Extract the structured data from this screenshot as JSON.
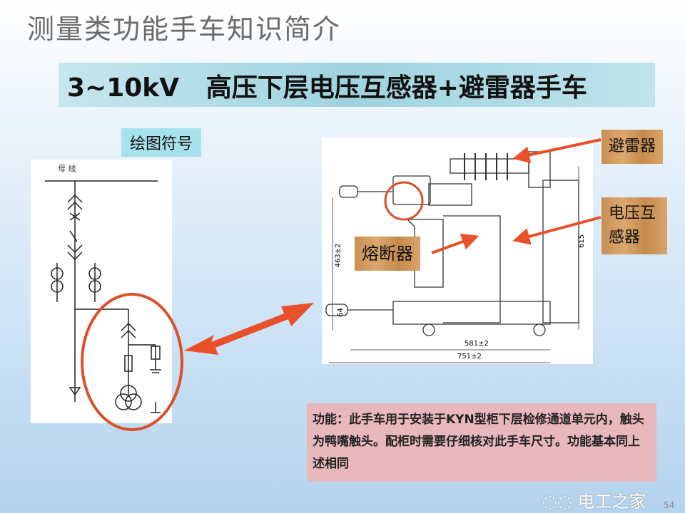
{
  "title": "测量类功能手车知识简介",
  "subtitle": "3~10kV   高压下层电压互感器+避雷器手车",
  "symbol_label": "绘图符号",
  "diagram": {
    "busbar_label": "母 线",
    "fuse_label": "熔断器",
    "dims": [
      "463±2",
      "615",
      "64",
      "581±2",
      "751±2"
    ]
  },
  "callouts": {
    "arrester": "避雷器",
    "pt_line1": "电压互",
    "pt_line2": "感器"
  },
  "note": "功能：此手车用于安装于KYN型柜下层检修通道单元内，触头为鸭嘴触头。配柜时需要仔细核对此手车尺寸。功能基本同上述相同",
  "watermark": "电工之家",
  "page_number": "54",
  "colors": {
    "arrow": "#e8502a",
    "circle": "#d9502a"
  }
}
